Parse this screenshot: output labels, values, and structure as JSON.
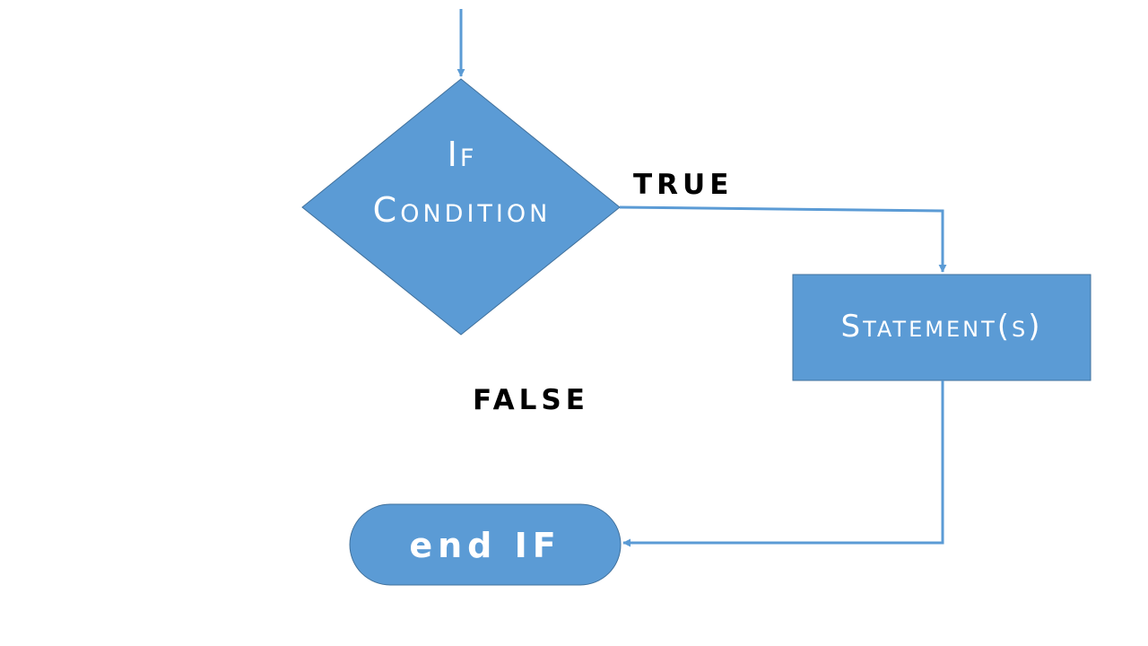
{
  "nodes": {
    "decision_line1": "If",
    "decision_line2": "Condition",
    "process": "Statement(s)",
    "terminal": "end IF"
  },
  "edges": {
    "true_label": "TRUE",
    "false_label": "FALSE"
  },
  "colors": {
    "shape_fill": "#5B9BD5",
    "shape_stroke": "#41719C",
    "connector": "#5B9BD5",
    "edge_text": "#000000",
    "node_text": "#FFFFFF"
  }
}
